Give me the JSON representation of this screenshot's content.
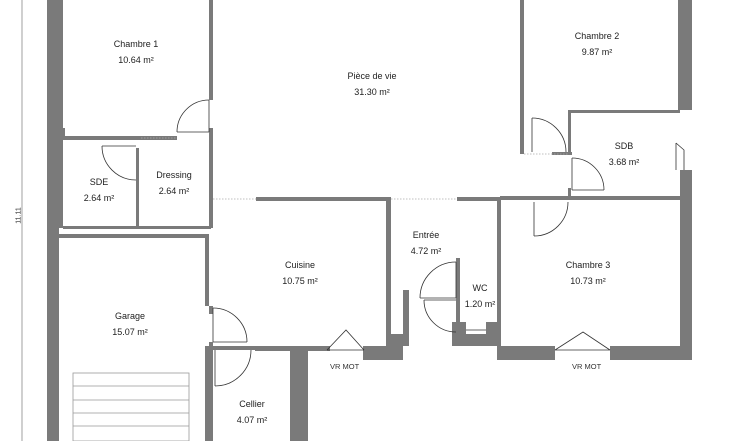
{
  "plan": {
    "overall_dimension": "11.11",
    "wall_color": "#7a7a7a",
    "rooms": [
      {
        "name": "Chambre 1",
        "area": "10.64 m²"
      },
      {
        "name": "Pièce de vie",
        "area": "31.30 m²"
      },
      {
        "name": "Chambre 2",
        "area": "9.87 m²"
      },
      {
        "name": "SDB",
        "area": "3.68 m²"
      },
      {
        "name": "SDE",
        "area": "2.64 m²"
      },
      {
        "name": "Dressing",
        "area": "2.64 m²"
      },
      {
        "name": "Entrée",
        "area": "4.72 m²"
      },
      {
        "name": "Cuisine",
        "area": "10.75 m²"
      },
      {
        "name": "WC",
        "area": "1.20 m²"
      },
      {
        "name": "Chambre 3",
        "area": "10.73 m²"
      },
      {
        "name": "Garage",
        "area": "15.07 m²"
      },
      {
        "name": "Cellier",
        "area": "4.07 m²"
      }
    ],
    "window_labels": [
      "VR MOT",
      "VR MOT"
    ]
  }
}
